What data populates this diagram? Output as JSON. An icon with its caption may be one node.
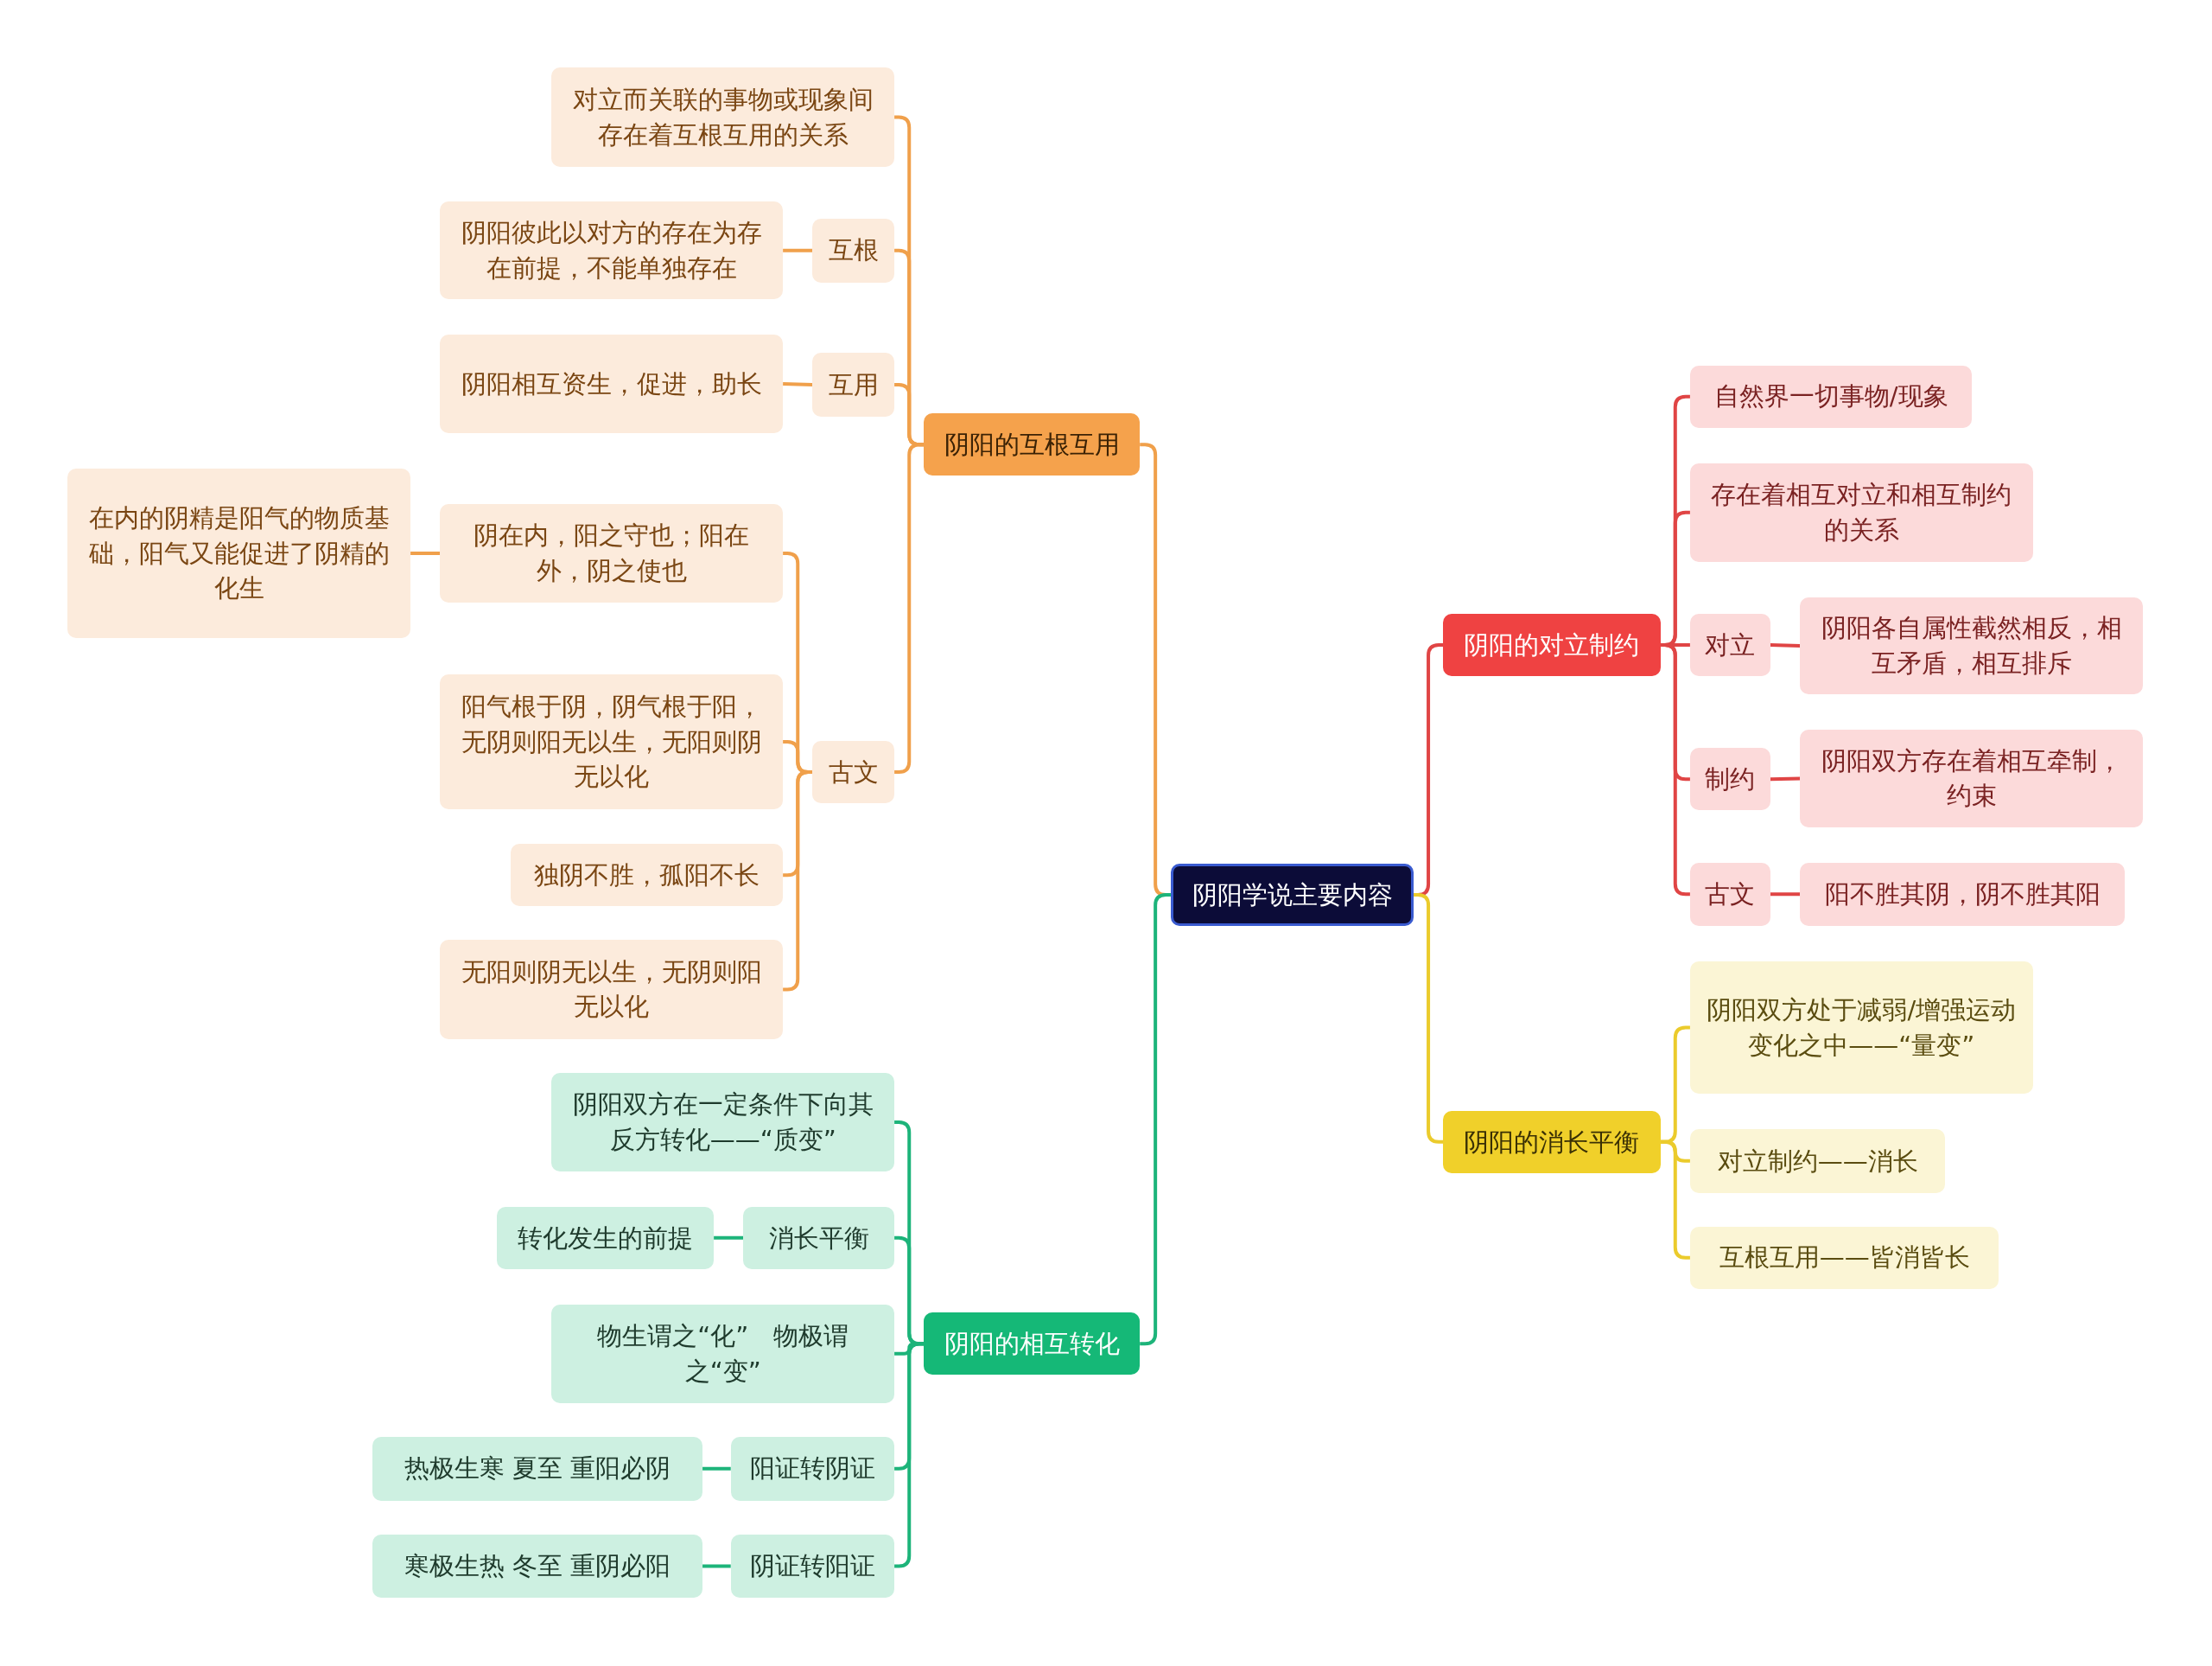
{
  "diagram": {
    "nodes": [
      {
        "text": [
          "阴阳学说主要内容"
        ]
      },
      {
        "text": [
          "阴阳的互根互用"
        ]
      },
      {
        "text": [
          "对立而关联的事物或现象间存在着互根互用的关系"
        ]
      },
      {
        "text": [
          "互根"
        ]
      },
      {
        "text": [
          "阴阳彼此以对方的存在为存在前提，不能单独存在"
        ]
      },
      {
        "text": [
          "互用"
        ]
      },
      {
        "text": [
          "阴阳相互资生，促进，助长"
        ]
      },
      {
        "text": [
          "古文"
        ]
      },
      {
        "text": [
          "阴在内，阳之守也；阳在外，阴之使也"
        ]
      },
      {
        "text": [
          "在内的阴精是阳气的物质基础，阳气又能促进了阴精的化生"
        ]
      },
      {
        "text": [
          "阳气根于阴，阴气根于阳，无阴则阳无以生，无阳则阴无以化"
        ]
      },
      {
        "text": [
          "独阴不胜，孤阳不长"
        ]
      },
      {
        "text": [
          "无阳则阴无以生，无阴则阳无以化"
        ]
      },
      {
        "text": [
          "阴阳的相互转化"
        ]
      },
      {
        "text": [
          "阴阳双方在一定条件下向其反方转化——“质变”"
        ]
      },
      {
        "text": [
          "消长平衡"
        ]
      },
      {
        "text": [
          "转化发生的前提"
        ]
      },
      {
        "text": [
          "物生谓之“化”　物极谓之“变”"
        ]
      },
      {
        "text": [
          "阳证转阴证"
        ]
      },
      {
        "text": [
          "热极生寒 夏至 重阳必阴"
        ]
      },
      {
        "text": [
          "阴证转阳证"
        ]
      },
      {
        "text": [
          "寒极生热 冬至 重阴必阳"
        ]
      },
      {
        "text": [
          "阴阳的对立制约"
        ]
      },
      {
        "text": [
          "自然界一切事物/现象"
        ]
      },
      {
        "text": [
          "存在着相互对立和相互制约的关系"
        ]
      },
      {
        "text": [
          "对立"
        ]
      },
      {
        "text": [
          "阴阳各自属性截然相反，相互矛盾，相互排斥"
        ]
      },
      {
        "text": [
          "制约"
        ]
      },
      {
        "text": [
          "阴阳双方存在着相互牵制，约束"
        ]
      },
      {
        "text": [
          "古文"
        ]
      },
      {
        "text": [
          "阳不胜其阴，阴不胜其阳"
        ]
      },
      {
        "text": [
          "阴阳的消长平衡"
        ]
      },
      {
        "text": [
          "阴阳双方处于减弱/增强运动变化之中——“量变”"
        ]
      },
      {
        "text": [
          "对立制约——消长"
        ]
      },
      {
        "text": [
          "互根互用——皆消皆长"
        ]
      }
    ],
    "edges": [
      {
        "from": 0,
        "to": 1,
        "arrow": "none",
        "color": "#f0a04b"
      },
      {
        "from": 1,
        "to": 2,
        "arrow": "none",
        "color": "#f0a04b"
      },
      {
        "from": 1,
        "to": 3,
        "arrow": "none",
        "color": "#f0a04b"
      },
      {
        "from": 3,
        "to": 4,
        "arrow": "none",
        "color": "#f0a04b"
      },
      {
        "from": 1,
        "to": 5,
        "arrow": "none",
        "color": "#f0a04b"
      },
      {
        "from": 5,
        "to": 6,
        "arrow": "none",
        "color": "#f0a04b"
      },
      {
        "from": 1,
        "to": 7,
        "arrow": "none",
        "color": "#f0a04b"
      },
      {
        "from": 7,
        "to": 8,
        "arrow": "none",
        "color": "#f0a04b"
      },
      {
        "from": 8,
        "to": 9,
        "arrow": "none",
        "color": "#f0a04b"
      },
      {
        "from": 7,
        "to": 10,
        "arrow": "none",
        "color": "#f0a04b"
      },
      {
        "from": 7,
        "to": 11,
        "arrow": "none",
        "color": "#f0a04b"
      },
      {
        "from": 7,
        "to": 12,
        "arrow": "none",
        "color": "#f0a04b"
      },
      {
        "from": 0,
        "to": 13,
        "arrow": "none",
        "color": "#1db47a"
      },
      {
        "from": 13,
        "to": 14,
        "arrow": "none",
        "color": "#1db47a"
      },
      {
        "from": 13,
        "to": 15,
        "arrow": "none",
        "color": "#1db47a"
      },
      {
        "from": 15,
        "to": 16,
        "arrow": "none",
        "color": "#1db47a"
      },
      {
        "from": 13,
        "to": 17,
        "arrow": "none",
        "color": "#1db47a"
      },
      {
        "from": 13,
        "to": 18,
        "arrow": "none",
        "color": "#1db47a"
      },
      {
        "from": 18,
        "to": 19,
        "arrow": "none",
        "color": "#1db47a"
      },
      {
        "from": 13,
        "to": 20,
        "arrow": "none",
        "color": "#1db47a"
      },
      {
        "from": 20,
        "to": 21,
        "arrow": "none",
        "color": "#1db47a"
      },
      {
        "from": 0,
        "to": 22,
        "arrow": "none",
        "color": "#e04545"
      },
      {
        "from": 22,
        "to": 23,
        "arrow": "none",
        "color": "#e04545"
      },
      {
        "from": 22,
        "to": 24,
        "arrow": "none",
        "color": "#e04545"
      },
      {
        "from": 22,
        "to": 25,
        "arrow": "none",
        "color": "#e04545"
      },
      {
        "from": 25,
        "to": 26,
        "arrow": "none",
        "color": "#e04545"
      },
      {
        "from": 22,
        "to": 27,
        "arrow": "none",
        "color": "#e04545"
      },
      {
        "from": 27,
        "to": 28,
        "arrow": "none",
        "color": "#e04545"
      },
      {
        "from": 22,
        "to": 29,
        "arrow": "none",
        "color": "#e04545"
      },
      {
        "from": 29,
        "to": 30,
        "arrow": "none",
        "color": "#e04545"
      },
      {
        "from": 0,
        "to": 31,
        "arrow": "none",
        "color": "#ebcb2c"
      },
      {
        "from": 31,
        "to": 32,
        "arrow": "none",
        "color": "#ebcb2c"
      },
      {
        "from": 31,
        "to": 33,
        "arrow": "none",
        "color": "#ebcb2c"
      },
      {
        "from": 31,
        "to": 34,
        "arrow": "none",
        "color": "#ebcb2c"
      }
    ]
  }
}
